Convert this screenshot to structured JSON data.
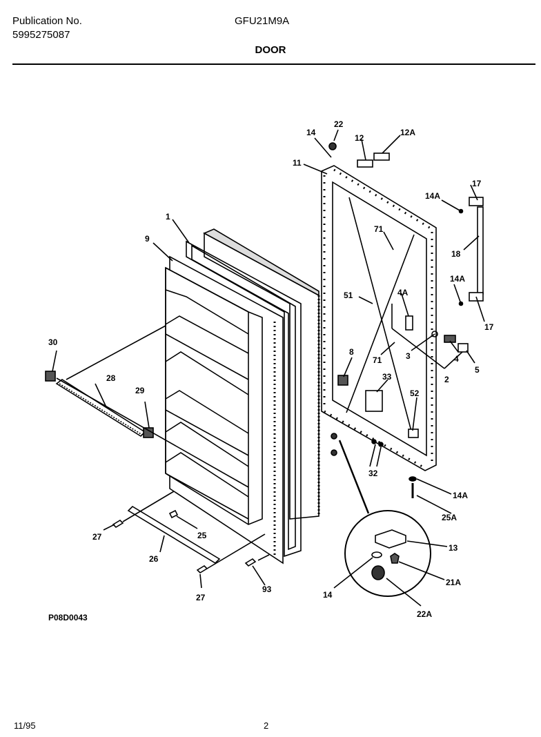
{
  "header": {
    "pub_label": "Publication No.",
    "pub_number": "5995275087",
    "model": "GFU21M9A",
    "section": "DOOR"
  },
  "drawing_code": "P08D0043",
  "footer": {
    "date": "11/95",
    "page": "2"
  },
  "callouts": {
    "c1": "1",
    "c9": "9",
    "c30": "30",
    "c28": "28",
    "c29": "29",
    "c27a": "27",
    "c27b": "27",
    "c26": "26",
    "c25": "25",
    "c93": "93",
    "c14a": "14",
    "c22": "22",
    "c12": "12",
    "c12a": "12A",
    "c11": "11",
    "c17a": "17",
    "c14aa": "14A",
    "c18": "18",
    "c71a": "71",
    "c14ab": "14A",
    "c51": "51",
    "c4a": "4A",
    "c17b": "17",
    "c3": "3",
    "c4": "4",
    "c5": "5",
    "c2": "2",
    "c71b": "71",
    "c8": "8",
    "c33": "33",
    "c52": "52",
    "c32": "32",
    "c14ac": "14A",
    "c25a": "25A",
    "c13": "13",
    "c21a": "21A",
    "c14b": "14",
    "c22a": "22A"
  }
}
